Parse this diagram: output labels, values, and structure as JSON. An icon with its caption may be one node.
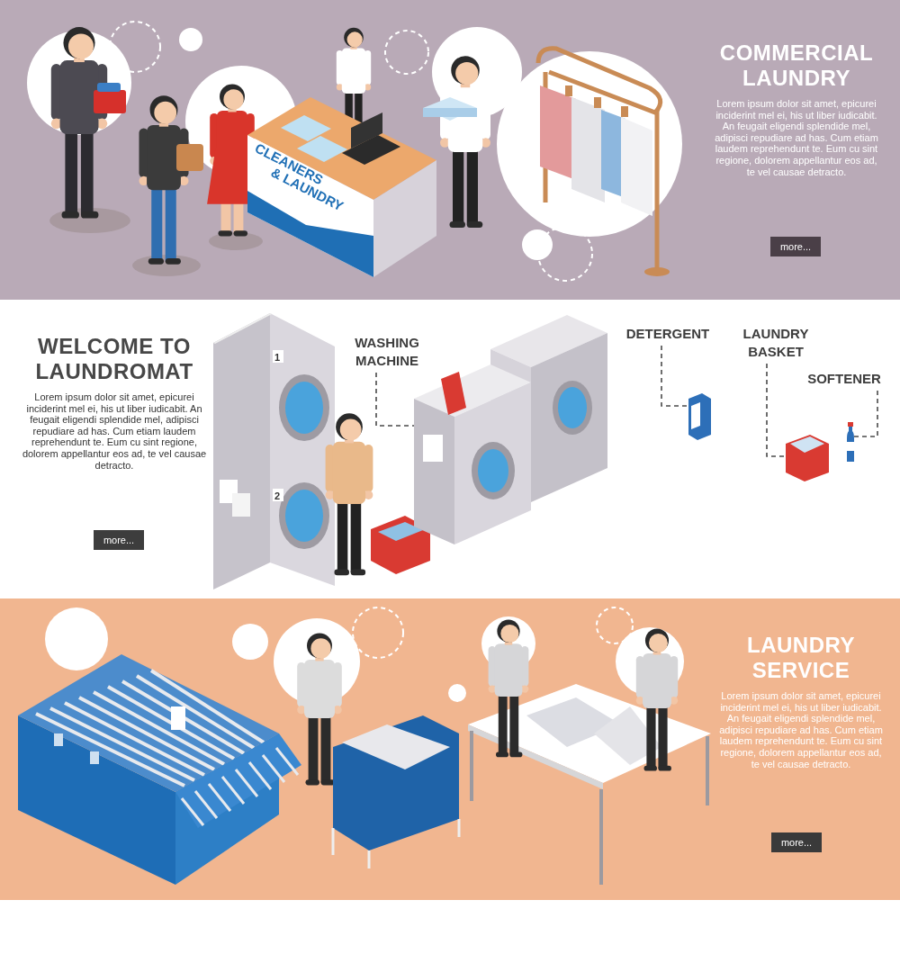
{
  "diagram": {
    "nodes": [
      {
        "text": [
          "COMMERCIAL LAUNDRY",
          "Lorem ipsum dolor sit amet, epicurei inciderint mel ei, his ut liber iudicabit. An feugait eligendi splendide mel, adipisci repudiare ad has. Cum etiam laudem reprehendunt te. Eum cu sint regione, dolorem appellantur eos ad, te vel causae detracto."
        ]
      },
      {
        "text": [
          "more..."
        ],
        "in": 0
      },
      {
        "text": [
          "WELCOME TO LAUNDROMAT",
          "Lorem ipsum dolor sit amet, epicurei inciderint mel ei, his ut liber iudicabit. An feugait eligendi splendide mel, adipisci repudiare ad has. Cum etiam laudem reprehendunt te. Eum cu sint regione, dolorem appellantur eos ad, te vel causae detracto."
        ]
      },
      {
        "text": [
          "more..."
        ],
        "in": 2
      },
      {
        "text": [
          "WASHING MACHINE"
        ],
        "in": 2
      },
      {
        "text": [
          "DETERGENT"
        ],
        "in": 2
      },
      {
        "text": [
          "LAUNDRY BASKET"
        ],
        "in": 2
      },
      {
        "text": [
          "SOFTENER"
        ],
        "in": 2
      },
      {
        "text": [],
        "shape": "picture",
        "in": 2
      },
      {
        "text": [],
        "shape": "picture",
        "in": 2
      },
      {
        "text": [],
        "shape": "picture",
        "in": 2
      },
      {
        "text": [],
        "shape": "picture",
        "in": 2
      },
      {
        "text": [
          "LAUNDRY SERVICE",
          "Lorem ipsum dolor sit amet, epicurei inciderint mel ei, his ut liber iudicabit. An feugait eligendi splendide mel, adipisci repudiare ad has. Cum etiam laudem reprehendunt te. Eum cu sint regione, dolorem appellantur eos ad, te vel causae detracto."
        ]
      },
      {
        "text": [
          "more..."
        ],
        "in": 12
      }
    ],
    "edges": [
      {
        "from": 4,
        "to": 8,
        "arrow": "none",
        "style": "dashed"
      },
      {
        "from": 5,
        "to": 9,
        "arrow": "none",
        "style": "dashed"
      },
      {
        "from": 6,
        "to": 10,
        "arrow": "none",
        "style": "dashed"
      },
      {
        "from": 7,
        "to": 11,
        "arrow": "none",
        "style": "dashed"
      }
    ],
    "labels": [
      "CLEANERS",
      "& LAUNDRY",
      "1",
      "2"
    ]
  }
}
